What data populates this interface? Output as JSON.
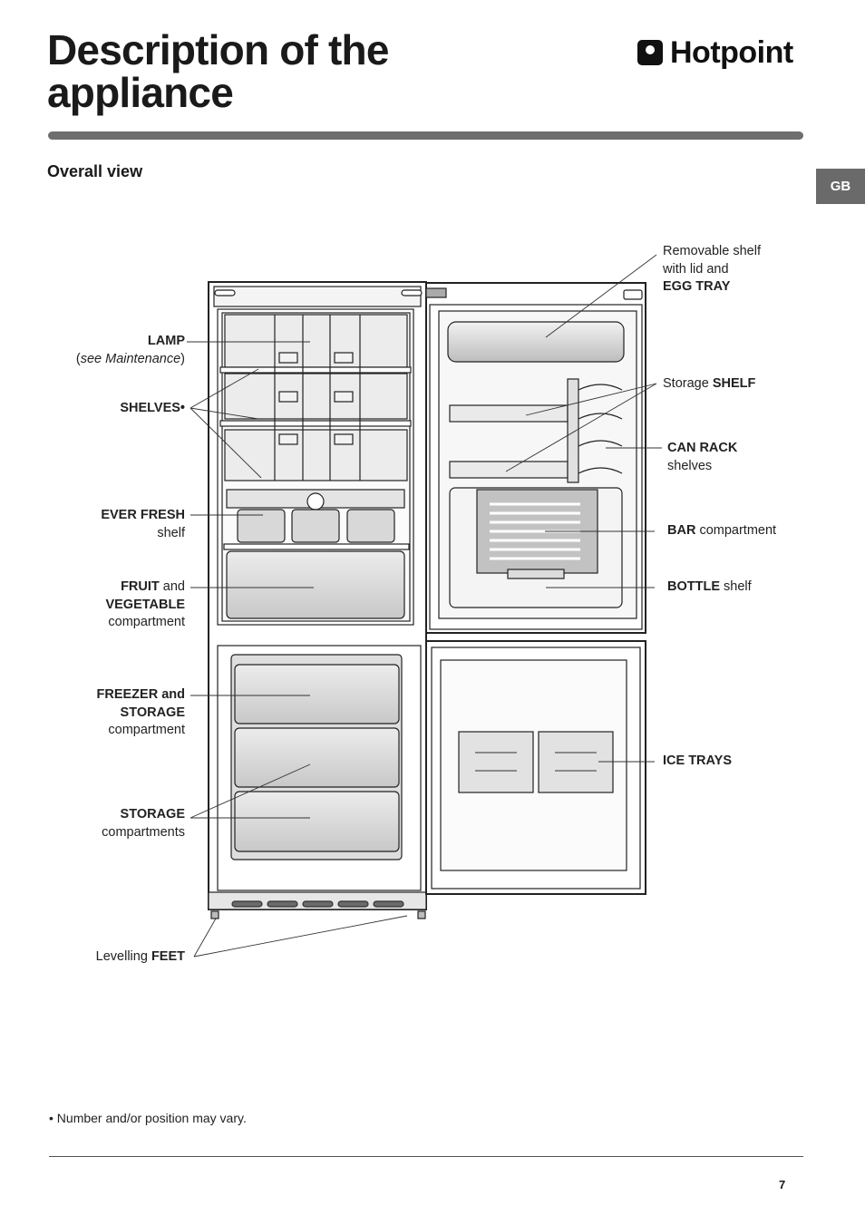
{
  "header": {
    "title_line1": "Description of the",
    "title_line2": "appliance",
    "brand": "Hotpoint",
    "section_title": "Overall view",
    "language_tab": "GB"
  },
  "labels": {
    "lamp": {
      "bold": "LAMP",
      "sub_open": "(",
      "sub_italic": "see Maintenance",
      "sub_close": ")"
    },
    "shelves": {
      "bold": "SHELVES•"
    },
    "ever_fresh": {
      "bold": "EVER FRESH",
      "normal": "shelf"
    },
    "fruit_veg": {
      "bold1": "FRUIT",
      "normal1": " and",
      "bold2": "VEGETABLE",
      "normal2": "compartment"
    },
    "freezer": {
      "bold1": "FREEZER and",
      "bold2": "STORAGE",
      "normal": "compartment"
    },
    "storage": {
      "bold": "STORAGE",
      "normal": "compartments"
    },
    "feet": {
      "normal": "Levelling ",
      "bold": "FEET"
    },
    "egg_tray": {
      "normal1": "Removable shelf",
      "normal2": "with lid and",
      "bold": "EGG TRAY"
    },
    "storage_shelf": {
      "normal": "Storage ",
      "bold": "SHELF"
    },
    "can_rack": {
      "bold": "CAN RACK",
      "normal": "shelves"
    },
    "bar": {
      "bold": "BAR",
      "normal": " compartment"
    },
    "bottle": {
      "bold": "BOTTLE",
      "normal": " shelf"
    },
    "ice_trays": {
      "bold": "ICE TRAYS"
    }
  },
  "footer": {
    "note": "• Number and/or position may vary.",
    "page_number": "7"
  },
  "colors": {
    "rule": "#6e6e6e",
    "tab": "#6a6a6a",
    "outline": "#222222",
    "shelf_fill": "#e8e8e8",
    "drawer_fill": "#d4d4d4"
  }
}
